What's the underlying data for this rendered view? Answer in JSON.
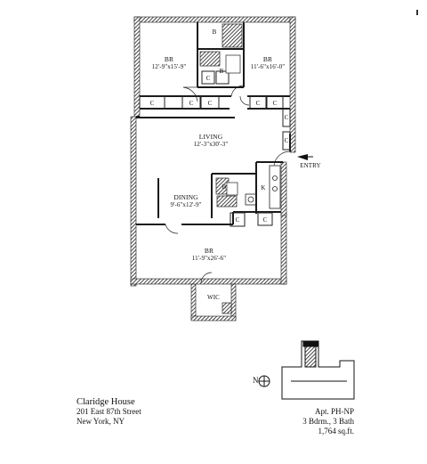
{
  "rooms": {
    "br_left": {
      "name": "BR",
      "dims": "12'-9\"x15'-9\""
    },
    "br_right": {
      "name": "BR",
      "dims": "11'-6\"x16'-0\""
    },
    "living": {
      "name": "LIVING",
      "dims": "12'-3\"x30'-3\""
    },
    "dining": {
      "name": "DINING",
      "dims": "9'-6\"x12'-9\""
    },
    "br_bottom": {
      "name": "BR",
      "dims": "11'-9\"x26'-6\""
    },
    "wic": "WIC",
    "kitchen": "K",
    "entry": "ENTRY",
    "bath": "B",
    "closet": "C"
  },
  "building": {
    "name": "Claridge House",
    "address": "201 East 87th Street",
    "city": "New York, NY"
  },
  "unit": {
    "apt": "Apt. PH-NP",
    "rooms": "3 Bdrm., 3 Bath",
    "area": "1,764 sq.ft."
  },
  "compass": {
    "north": "N"
  },
  "colors": {
    "wall": "#1a1a1a",
    "hatch": "#555555",
    "line": "#222222"
  }
}
